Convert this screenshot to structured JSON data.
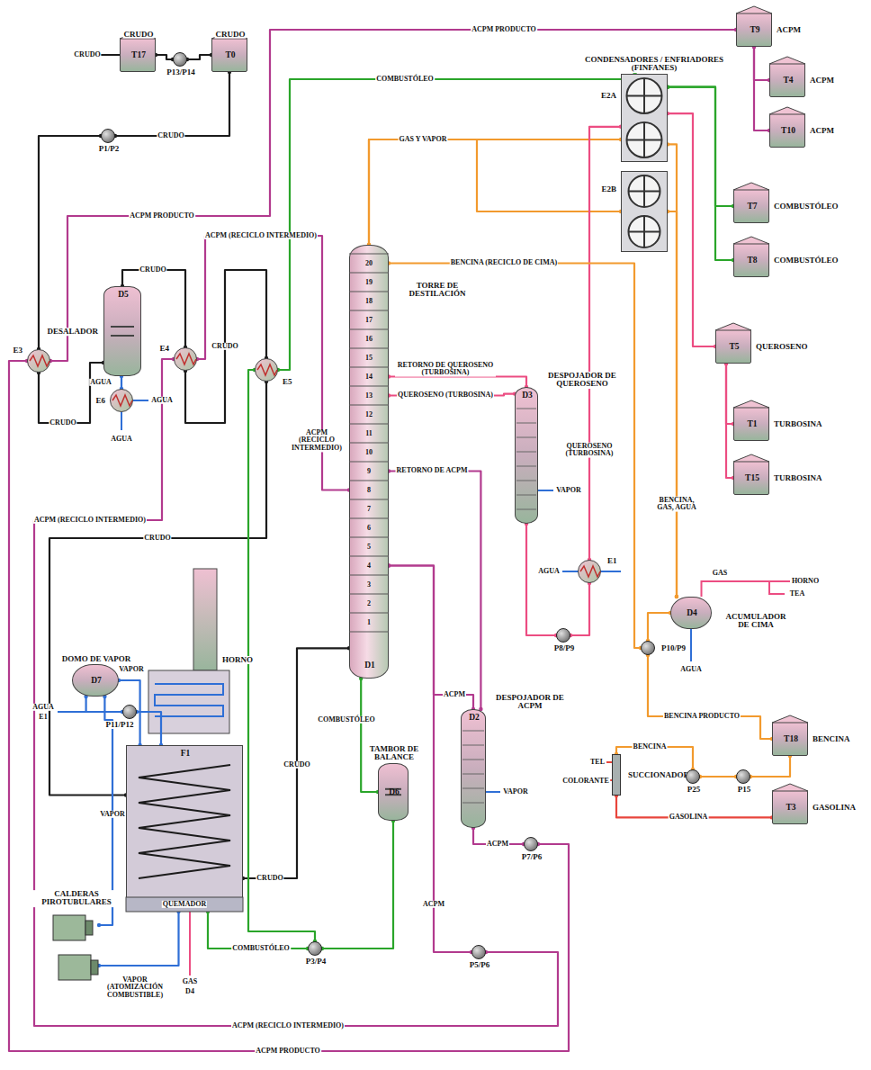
{
  "diagram": {
    "nodes": [
      {
        "text": [
          "CRUDO",
          "T17"
        ]
      },
      {
        "text": [
          "CRUDO",
          "T0"
        ]
      },
      {
        "text": [
          "T9",
          "ACPM"
        ]
      },
      {
        "text": [
          "T4",
          "ACPM"
        ]
      },
      {
        "text": [
          "T10",
          "ACPM"
        ]
      },
      {
        "text": [
          "T7",
          "COMBUSTÓLEO"
        ]
      },
      {
        "text": [
          "T8",
          "COMBUSTÓLEO"
        ]
      },
      {
        "text": [
          "T5",
          "QUEROSENO"
        ]
      },
      {
        "text": [
          "T1",
          "TURBOSINA"
        ]
      },
      {
        "text": [
          "T15",
          "TURBOSINA"
        ]
      },
      {
        "text": [
          "T18",
          "BENCINA"
        ]
      },
      {
        "text": [
          "T3",
          "GASOLINA"
        ]
      },
      {
        "text": [
          "CONDENSADORES / ENFRIADORES (FINFANES)",
          "E2A"
        ]
      },
      {
        "text": [
          "E2B"
        ]
      },
      {
        "text": [
          "TORRE DE DESTILACIÓN",
          "D1"
        ]
      },
      {
        "text": [
          "DESALADOR",
          "D5"
        ]
      },
      {
        "text": [
          "E3"
        ]
      },
      {
        "text": [
          "E4"
        ]
      },
      {
        "text": [
          "E5"
        ]
      },
      {
        "text": [
          "E6"
        ]
      },
      {
        "text": [
          "DESPOJADOR DE QUEROSENO",
          "D3"
        ]
      },
      {
        "text": [
          "E1"
        ]
      },
      {
        "text": [
          "D4",
          "ACUMULADOR DE CIMA"
        ]
      },
      {
        "text": [
          "DOMO DE VAPOR",
          "D7"
        ]
      },
      {
        "text": [
          "F1",
          "HORNO"
        ]
      },
      {
        "text": [
          "TAMBOR DE BALANCE",
          "D6"
        ]
      },
      {
        "text": [
          "DESPOJADOR DE ACPM",
          "D2"
        ]
      },
      {
        "text": [
          "SUCCIONADOR"
        ]
      },
      {
        "text": [
          "CALDERAS PIROTUBULARES"
        ]
      },
      {
        "text": [
          "P13/P14"
        ]
      },
      {
        "text": [
          "P1/P2"
        ]
      },
      {
        "text": [
          "P8/P9"
        ]
      },
      {
        "text": [
          "P10/P9"
        ]
      },
      {
        "text": [
          "P11/P12"
        ]
      },
      {
        "text": [
          "P3/P4"
        ]
      },
      {
        "text": [
          "P5/P6"
        ]
      },
      {
        "text": [
          "P7/P6"
        ]
      },
      {
        "text": [
          "P25"
        ]
      },
      {
        "text": [
          "P15"
        ]
      }
    ],
    "edges": [
      {
        "from": 0,
        "to": 29,
        "arrow": "none"
      },
      {
        "from": 29,
        "to": 1,
        "arrow": "none"
      },
      {
        "from": 1,
        "to": 30,
        "label": "CRUDO",
        "arrow": "none"
      },
      {
        "from": 30,
        "to": 16,
        "arrow": "none"
      },
      {
        "from": 16,
        "to": 15,
        "label": "CRUDO",
        "arrow": "none"
      },
      {
        "from": 15,
        "to": 17,
        "label": "CRUDO",
        "arrow": "none"
      },
      {
        "from": 17,
        "to": 18,
        "label": "CRUDO",
        "arrow": "none"
      },
      {
        "from": 18,
        "to": 24,
        "label": "CRUDO",
        "arrow": "none"
      },
      {
        "from": 24,
        "to": 14,
        "label": "CRUDO",
        "arrow": "none"
      },
      {
        "from": 15,
        "to": 19,
        "label": "AGUA",
        "arrow": "none"
      },
      {
        "from": 23,
        "to": 33,
        "arrow": "none"
      },
      {
        "from": 33,
        "to": 24,
        "arrow": "none"
      },
      {
        "from": 24,
        "to": 23,
        "label": "VAPOR",
        "arrow": "none"
      },
      {
        "from": 28,
        "to": 23,
        "label": "VAPOR",
        "arrow": "none"
      },
      {
        "from": 28,
        "to": 24,
        "label": "VAPOR (ATOMIZACIÓN COMBUSTIBLE)",
        "arrow": "none"
      },
      {
        "from": 14,
        "to": 25,
        "label": "COMBUSTÓLEO",
        "arrow": "none"
      },
      {
        "from": 25,
        "to": 34,
        "arrow": "none"
      },
      {
        "from": 34,
        "to": 24,
        "label": "COMBUSTÓLEO",
        "arrow": "none"
      },
      {
        "from": 34,
        "to": 18,
        "arrow": "none"
      },
      {
        "from": 18,
        "to": 12,
        "label": "COMBUSTÓLEO",
        "arrow": "none"
      },
      {
        "from": 12,
        "to": 5,
        "arrow": "none"
      },
      {
        "from": 12,
        "to": 6,
        "arrow": "none"
      },
      {
        "from": 14,
        "to": 12,
        "label": "GAS Y VAPOR",
        "arrow": "none"
      },
      {
        "from": 14,
        "to": 13,
        "arrow": "none"
      },
      {
        "from": 12,
        "to": 22,
        "label": "BENCINA, GAS, AGUA",
        "arrow": "none"
      },
      {
        "from": 13,
        "to": 22,
        "arrow": "none"
      },
      {
        "from": 12,
        "to": 7,
        "arrow": "none"
      },
      {
        "from": 7,
        "to": 8,
        "arrow": "none"
      },
      {
        "from": 7,
        "to": 9,
        "arrow": "none"
      },
      {
        "from": 14,
        "to": 20,
        "label": "QUEROSENO (TURBOSINA)",
        "arrow": "none"
      },
      {
        "from": 20,
        "to": 14,
        "label": "RETORNO DE QUEROSENO (TURBOSINA)",
        "arrow": "none"
      },
      {
        "from": 20,
        "to": 31,
        "arrow": "none"
      },
      {
        "from": 31,
        "to": 21,
        "arrow": "none"
      },
      {
        "from": 21,
        "to": 12,
        "label": "QUEROSENO (TURBOSINA)",
        "arrow": "none"
      },
      {
        "from": 22,
        "to": 32,
        "arrow": "none"
      },
      {
        "from": 32,
        "to": 14,
        "label": "BENCINA (RECICLO DE CIMA)",
        "arrow": "none"
      },
      {
        "from": 32,
        "to": 10,
        "label": "BENCINA PRODUCTO",
        "arrow": "none"
      },
      {
        "from": 10,
        "to": 38,
        "arrow": "none"
      },
      {
        "from": 38,
        "to": 37,
        "arrow": "none"
      },
      {
        "from": 37,
        "to": 27,
        "label": "BENCINA",
        "arrow": "none"
      },
      {
        "from": 27,
        "to": 11,
        "label": "GASOLINA",
        "arrow": "none"
      },
      {
        "from": 14,
        "to": 26,
        "label": "ACPM",
        "arrow": "none"
      },
      {
        "from": 14,
        "to": 35,
        "label": "ACPM",
        "arrow": "none"
      },
      {
        "from": 26,
        "to": 14,
        "label": "RETORNO DE ACPM",
        "arrow": "none"
      },
      {
        "from": 26,
        "to": 36,
        "label": "ACPM",
        "arrow": "none"
      },
      {
        "from": 36,
        "to": 16,
        "label": "ACPM PRODUCTO",
        "arrow": "none"
      },
      {
        "from": 16,
        "to": 2,
        "label": "ACPM PRODUCTO",
        "arrow": "none"
      },
      {
        "from": 35,
        "to": 17,
        "label": "ACPM (RECICLO INTERMEDIO)",
        "arrow": "none"
      },
      {
        "from": 17,
        "to": 14,
        "label": "ACPM (RECICLO INTERMEDIO)",
        "arrow": "none"
      },
      {
        "from": 2,
        "to": 3,
        "arrow": "none"
      },
      {
        "from": 2,
        "to": 4,
        "arrow": "none"
      }
    ],
    "labels": [
      "CRUDO",
      "AGUA",
      "AGUA",
      "AGUA",
      "E1",
      "AGUA",
      "VAPOR",
      "VAPOR",
      "GAS",
      "HORNO",
      "TEA",
      "AGUA",
      "GAS",
      "D4",
      "QUEMADOR",
      "TEL",
      "COLORANTE",
      "20",
      "19",
      "18",
      "17",
      "16",
      "15",
      "14",
      "13",
      "12",
      "11",
      "10",
      "9",
      "8",
      "7",
      "6",
      "5",
      "4",
      "3",
      "2",
      "1",
      "ACPM PRODUCTO",
      "ACPM (RECICLO INTERMEDIO)",
      "ACPM (RECICLO INTERMEDIO)",
      "CRUDO"
    ]
  }
}
